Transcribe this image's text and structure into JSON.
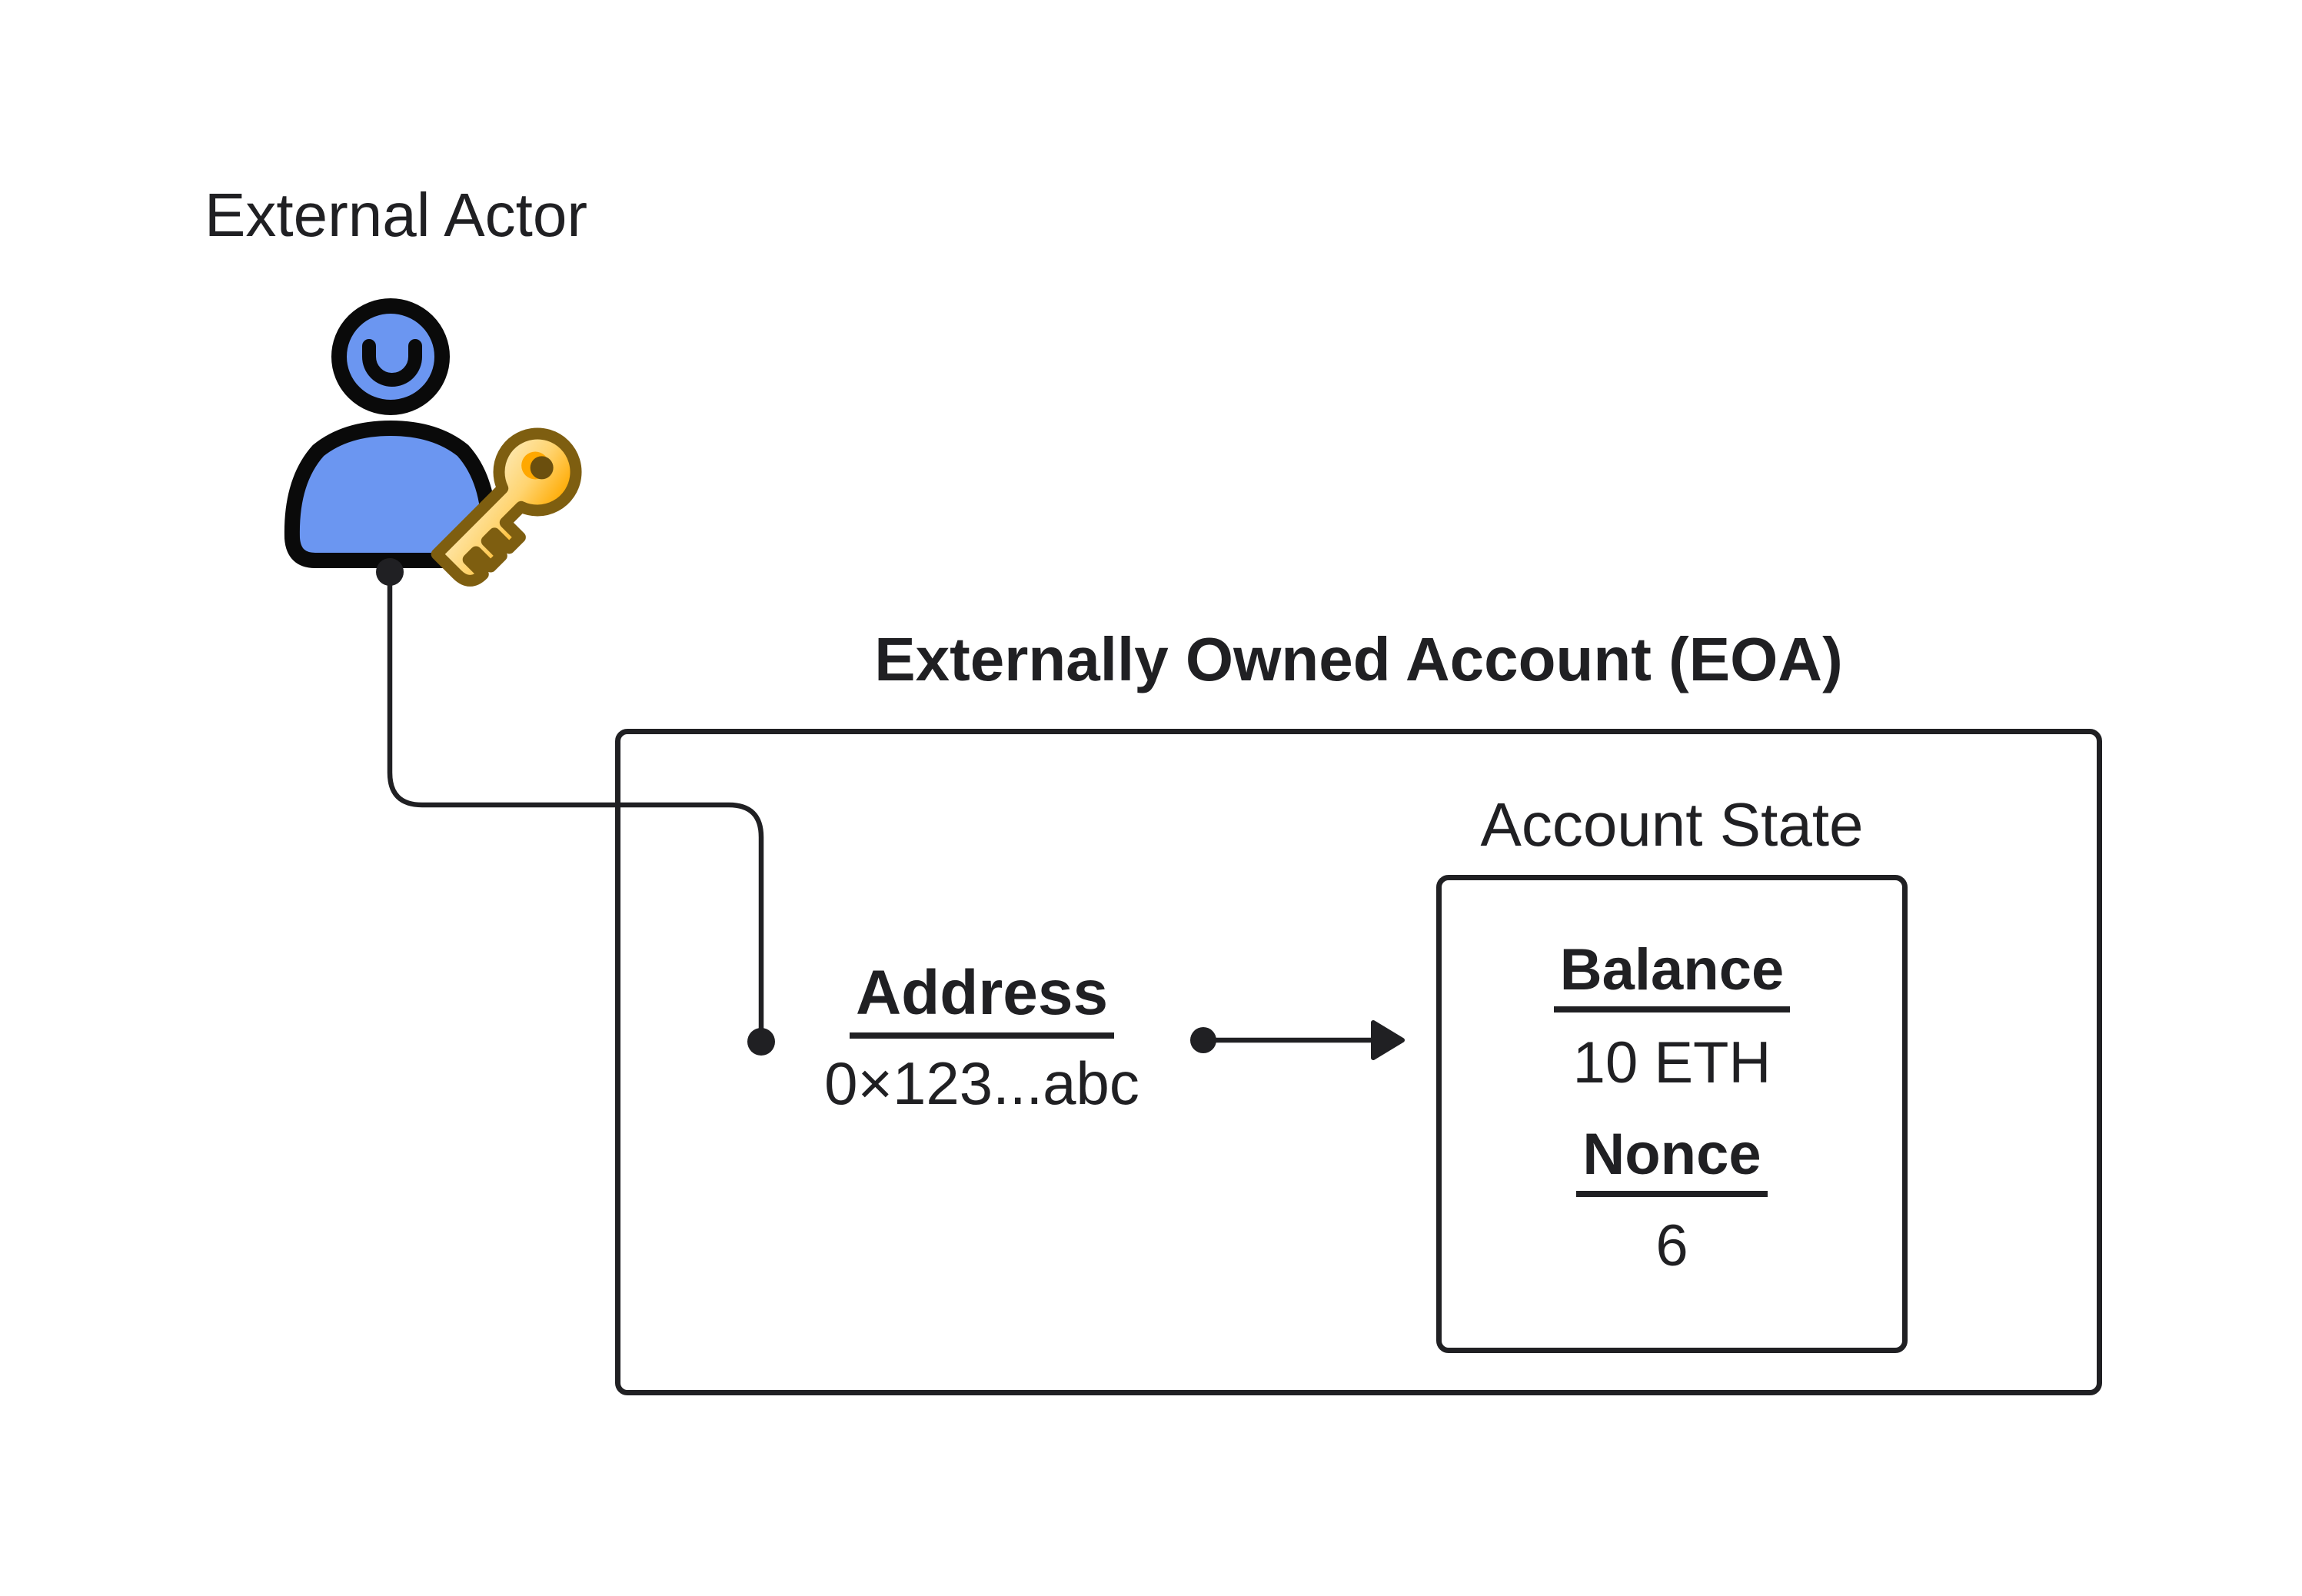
{
  "actor": {
    "label": "External Actor"
  },
  "eoa": {
    "title": "Externally Owned Account (EOA)"
  },
  "account_state": {
    "label": "Account State",
    "fields": [
      {
        "label": "Balance",
        "value": "10 ETH"
      },
      {
        "label": "Nonce",
        "value": "6"
      }
    ]
  },
  "address": {
    "label": "Address",
    "value": "0×123...abc"
  },
  "colors": {
    "ink": "#202023",
    "background": "#ffffff",
    "icon-outline": "#0a0a0a",
    "person-blue": "#6b96f1",
    "key-outline": "#7e5e10",
    "key-gold-light": "#fceec2",
    "key-gold-dark": "#ffaa00",
    "key-hole": "#6b4f0e",
    "key-hole-rim": "#ffa800"
  }
}
